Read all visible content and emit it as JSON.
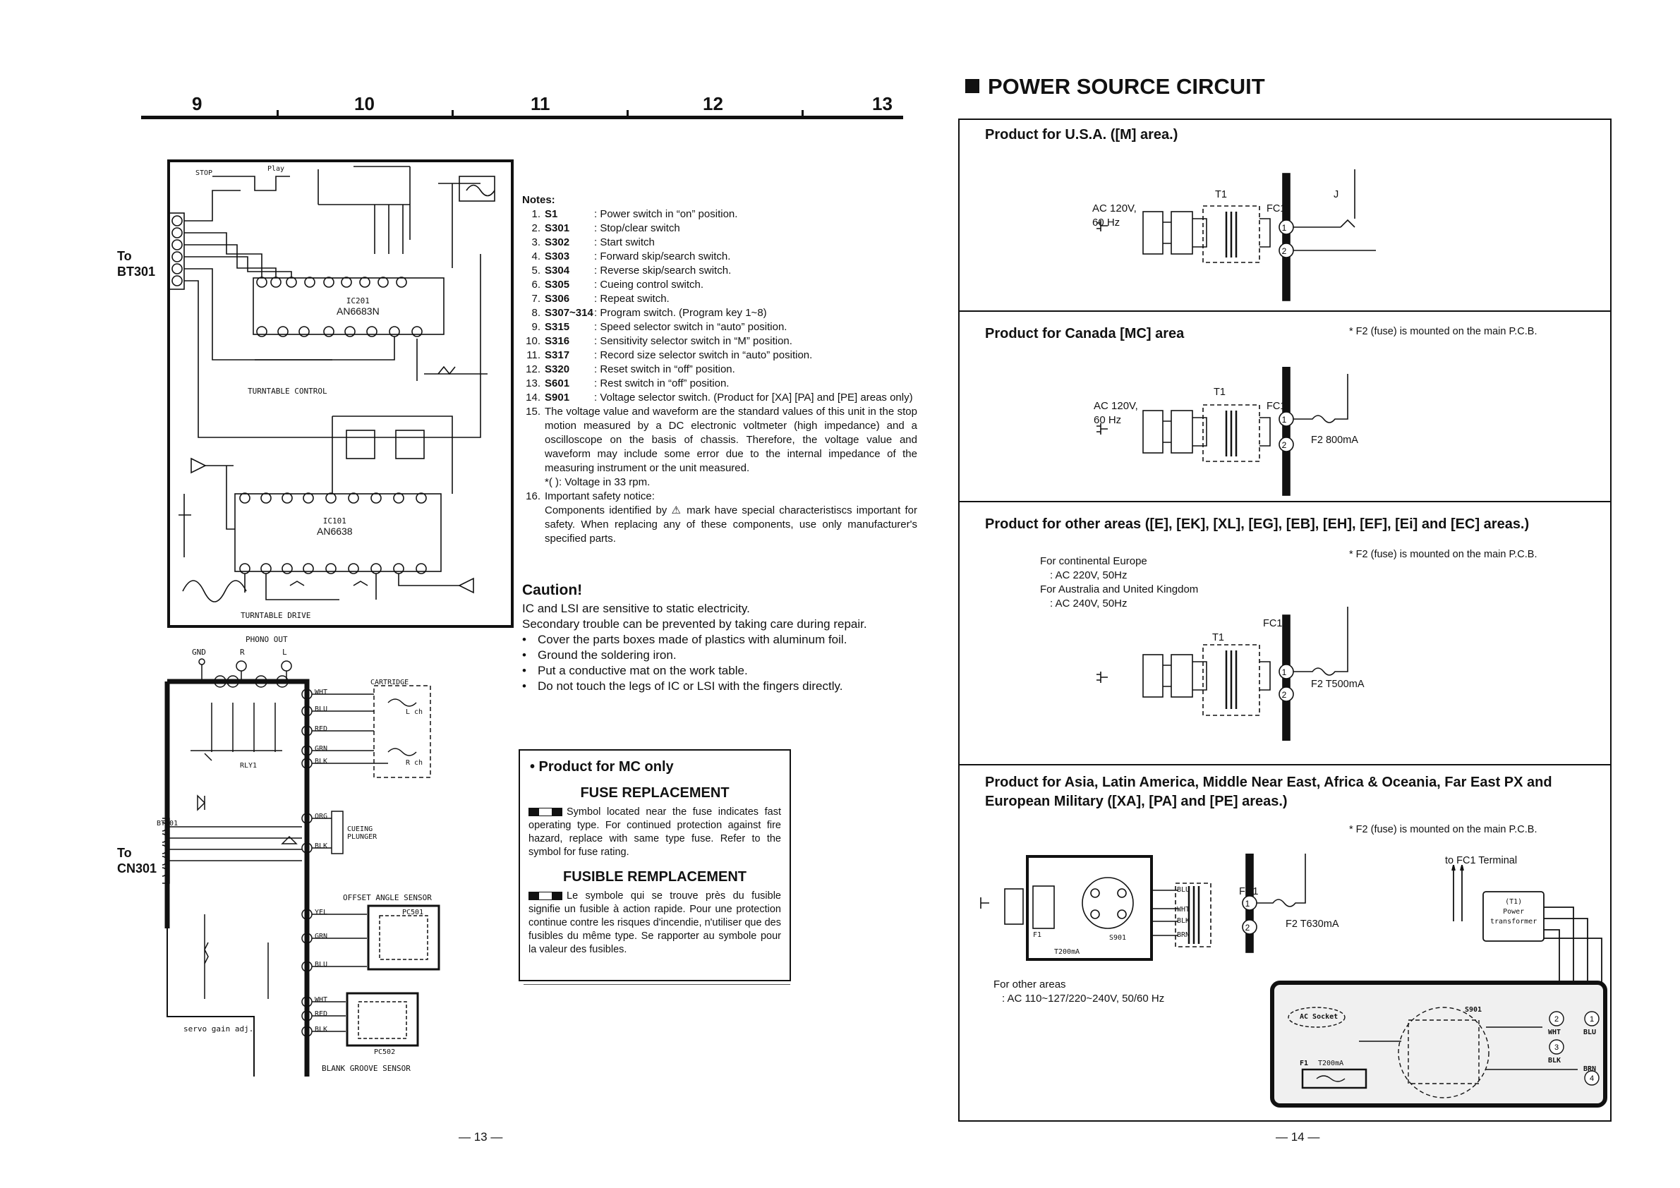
{
  "left_page": {
    "column_ruler": [
      "9",
      "10",
      "11",
      "12",
      "13"
    ],
    "to_bt301": [
      "To",
      "BT301"
    ],
    "to_cn301": [
      "To",
      "CN301"
    ],
    "turntable_control": {
      "ic_label": "IC201",
      "ic_part": "AN6683N",
      "caption": "TURNTABLE CONTROL",
      "stop": "STOP",
      "play": "Play"
    },
    "turntable_drive": {
      "ic_label": "IC101",
      "ic_part": "AN6638",
      "caption": "TURNTABLE DRIVE"
    },
    "phono": {
      "phono_out": "PHONO OUT",
      "gnd": "GND",
      "r": "R",
      "l": "L",
      "cartridge": "CARTRIDGE",
      "lch": "L ch",
      "rch": "R ch",
      "rly1": "RLY1",
      "bt301": "BT301",
      "wires": [
        "WHT",
        "BLU",
        "RED",
        "GRN",
        "BLK"
      ],
      "lower_wires": [
        "ORG",
        "BLK"
      ],
      "cueing": [
        "CUEING",
        "PLUNGER"
      ],
      "offset_angle_sensor": "OFFSET ANGLE SENSOR",
      "pc501": "PC501",
      "sensor_wires": [
        "YEL",
        "GRN",
        "BLU",
        "WHT",
        "RED",
        "BLK"
      ],
      "servo_gain": "servo gain adj.",
      "blank_groove_sensor": "BLANK GROOVE SENSOR",
      "pc502": "PC502"
    },
    "notes": {
      "title": "Notes:",
      "items": [
        {
          "n": "1.",
          "key": "S1",
          "desc": ": Power switch in “on” position."
        },
        {
          "n": "2.",
          "key": "S301",
          "desc": ": Stop/clear switch"
        },
        {
          "n": "3.",
          "key": "S302",
          "desc": ": Start switch"
        },
        {
          "n": "4.",
          "key": "S303",
          "desc": ": Forward skip/search switch."
        },
        {
          "n": "5.",
          "key": "S304",
          "desc": ": Reverse skip/search switch."
        },
        {
          "n": "6.",
          "key": "S305",
          "desc": ": Cueing control switch."
        },
        {
          "n": "7.",
          "key": "S306",
          "desc": ": Repeat switch."
        },
        {
          "n": "8.",
          "key": "S307~314",
          "desc": ": Program switch. (Program key 1~8)"
        },
        {
          "n": "9.",
          "key": "S315",
          "desc": ": Speed selector switch in “auto” position."
        },
        {
          "n": "10.",
          "key": "S316",
          "desc": ": Sensitivity selector switch in “M” position."
        },
        {
          "n": "11.",
          "key": "S317",
          "desc": ": Record size selector switch in “auto” position."
        },
        {
          "n": "12.",
          "key": "S320",
          "desc": ": Reset switch in “off” position."
        },
        {
          "n": "13.",
          "key": "S601",
          "desc": ": Rest switch in “off” position."
        },
        {
          "n": "14.",
          "key": "S901",
          "desc": ": Voltage selector switch. (Product for [XA] [PA] and [PE] areas only)"
        }
      ],
      "item15_n": "15.",
      "item15": "The voltage value and waveform are the standard values of this unit in the stop motion measured by a DC electronic voltmeter (high impedance) and a oscilloscope on the basis of chassis. Therefore, the voltage value and waveform may include some error due to the internal impedance of the measuring instrument or the unit measured.",
      "item15_sub": "*(     ): Voltage in 33 rpm.",
      "item16_n": "16.",
      "item16": "Important safety notice:",
      "item16_body": "Components identified by ⚠ mark have special characteristiscs important for safety. When replacing any of these components, use only manufacturer's specified parts."
    },
    "caution": {
      "title": "Caution!",
      "line1": "IC and LSI are sensitive to static electricity.",
      "line2": "Secondary trouble can be prevented by taking care during repair.",
      "bullets": [
        "Cover the parts boxes made of plastics with aluminum foil.",
        "Ground the soldering iron.",
        "Put a conductive mat on the work table.",
        "Do not touch the legs of IC or LSI with the fingers directly."
      ]
    },
    "mc_box": {
      "header": "• Product for MC only",
      "fuse_title": "FUSE REPLACEMENT",
      "fuse_text": "Symbol located near the fuse indicates fast operating type. For continued protection against fire hazard, replace with same type fuse. Refer to the symbol for fuse rating.",
      "fusible_title": "FUSIBLE REMPLACEMENT",
      "fusible_text": "Le symbole qui se trouve près du fusible signifie un fusible à action rapide. Pour une protection continue contre les risques d'incendie, n'utiliser que des fusibles du même type. Se rapporter au symbole pour la valeur des fusibles."
    },
    "page_number": "— 13 —"
  },
  "right_page": {
    "title": "POWER SOURCE CIRCUIT",
    "sections": {
      "usa": {
        "title": "Product for U.S.A. ([M] area.)",
        "ac": [
          "AC 120V,",
          "60 Hz"
        ],
        "t1": "T1",
        "fc1": "FC1",
        "j": "J"
      },
      "canada": {
        "title": "Product for Canada [MC] area",
        "note": "* F2 (fuse) is mounted on the main P.C.B.",
        "ac": [
          "AC 120V,",
          "60 Hz"
        ],
        "t1": "T1",
        "fc1": "FC1",
        "fuse": "F2  800mA"
      },
      "other": {
        "title": "Product for other areas ([E], [EK], [XL], [EG], [EB], [EH], [EF], [Ei] and [EC] areas.)",
        "note": "* F2 (fuse) is mounted on the main P.C.B.",
        "lines": [
          "For continental Europe",
          ": AC 220V, 50Hz",
          "For Australia and United Kingdom",
          ": AC 240V, 50Hz"
        ],
        "t1": "T1",
        "fc1": "FC1",
        "fuse": "F2   T500mA"
      },
      "asia": {
        "title_l1": "Product for Asia, Latin America, Middle Near East, Africa & Oceania, Far East PX and",
        "title_l2": "European Military ([XA], [PA] and [PE] areas.)",
        "note": "* F2 (fuse) is mounted on the main P.C.B.",
        "to_fc1": "to FC1 Terminal",
        "fc1": "FC1",
        "fuse": "F2   T630mA",
        "f1": "F1",
        "t200": "T200mA",
        "s901": "S901",
        "wires": [
          "BLU",
          "WHT",
          "BLK",
          "BRN"
        ],
        "other_areas": [
          "For other areas",
          ": AC 110~127/220~240V, 50/60 Hz"
        ],
        "t1_box": [
          "(T1)",
          "Power",
          "transformer"
        ],
        "board": {
          "ac_socket": "AC Socket",
          "s901": "S901",
          "f1": "F1",
          "t200": "T200mA",
          "wht": "WHT",
          "blu": "BLU",
          "blk": "BLK",
          "brn": "BRN"
        }
      }
    },
    "page_number": "— 14 —"
  }
}
